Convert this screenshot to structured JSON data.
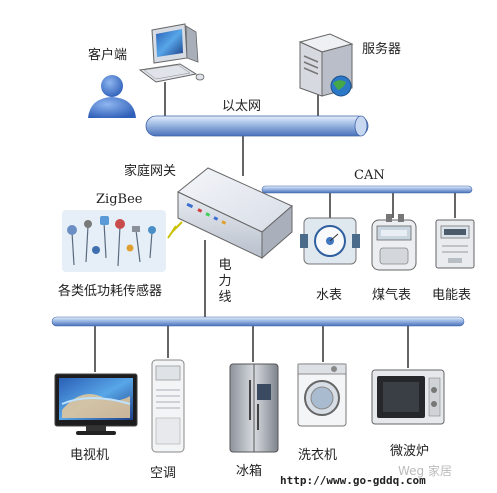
{
  "nodes": {
    "client": "客户端",
    "server": "服务器",
    "ethernet": "以太网",
    "gateway": "家庭网关",
    "can": "CAN",
    "zigbee": "ZigBee",
    "sensors": "各类低功耗传感器",
    "power_line": "电力线",
    "water_meter": "水表",
    "gas_meter": "煤气表",
    "electric_meter": "电能表",
    "tv": "电视机",
    "air_conditioner": "空调",
    "fridge": "冰箱",
    "washer": "洗衣机",
    "microwave": "微波炉"
  },
  "footer": {
    "url": "http://www.go-gddq.com",
    "watermark": "Weg 家居"
  },
  "colors": {
    "bus_light": "#d9e6f6",
    "bus_mid": "#9ab7e2",
    "bus_dark": "#4f76bd",
    "wire": "#333333"
  }
}
